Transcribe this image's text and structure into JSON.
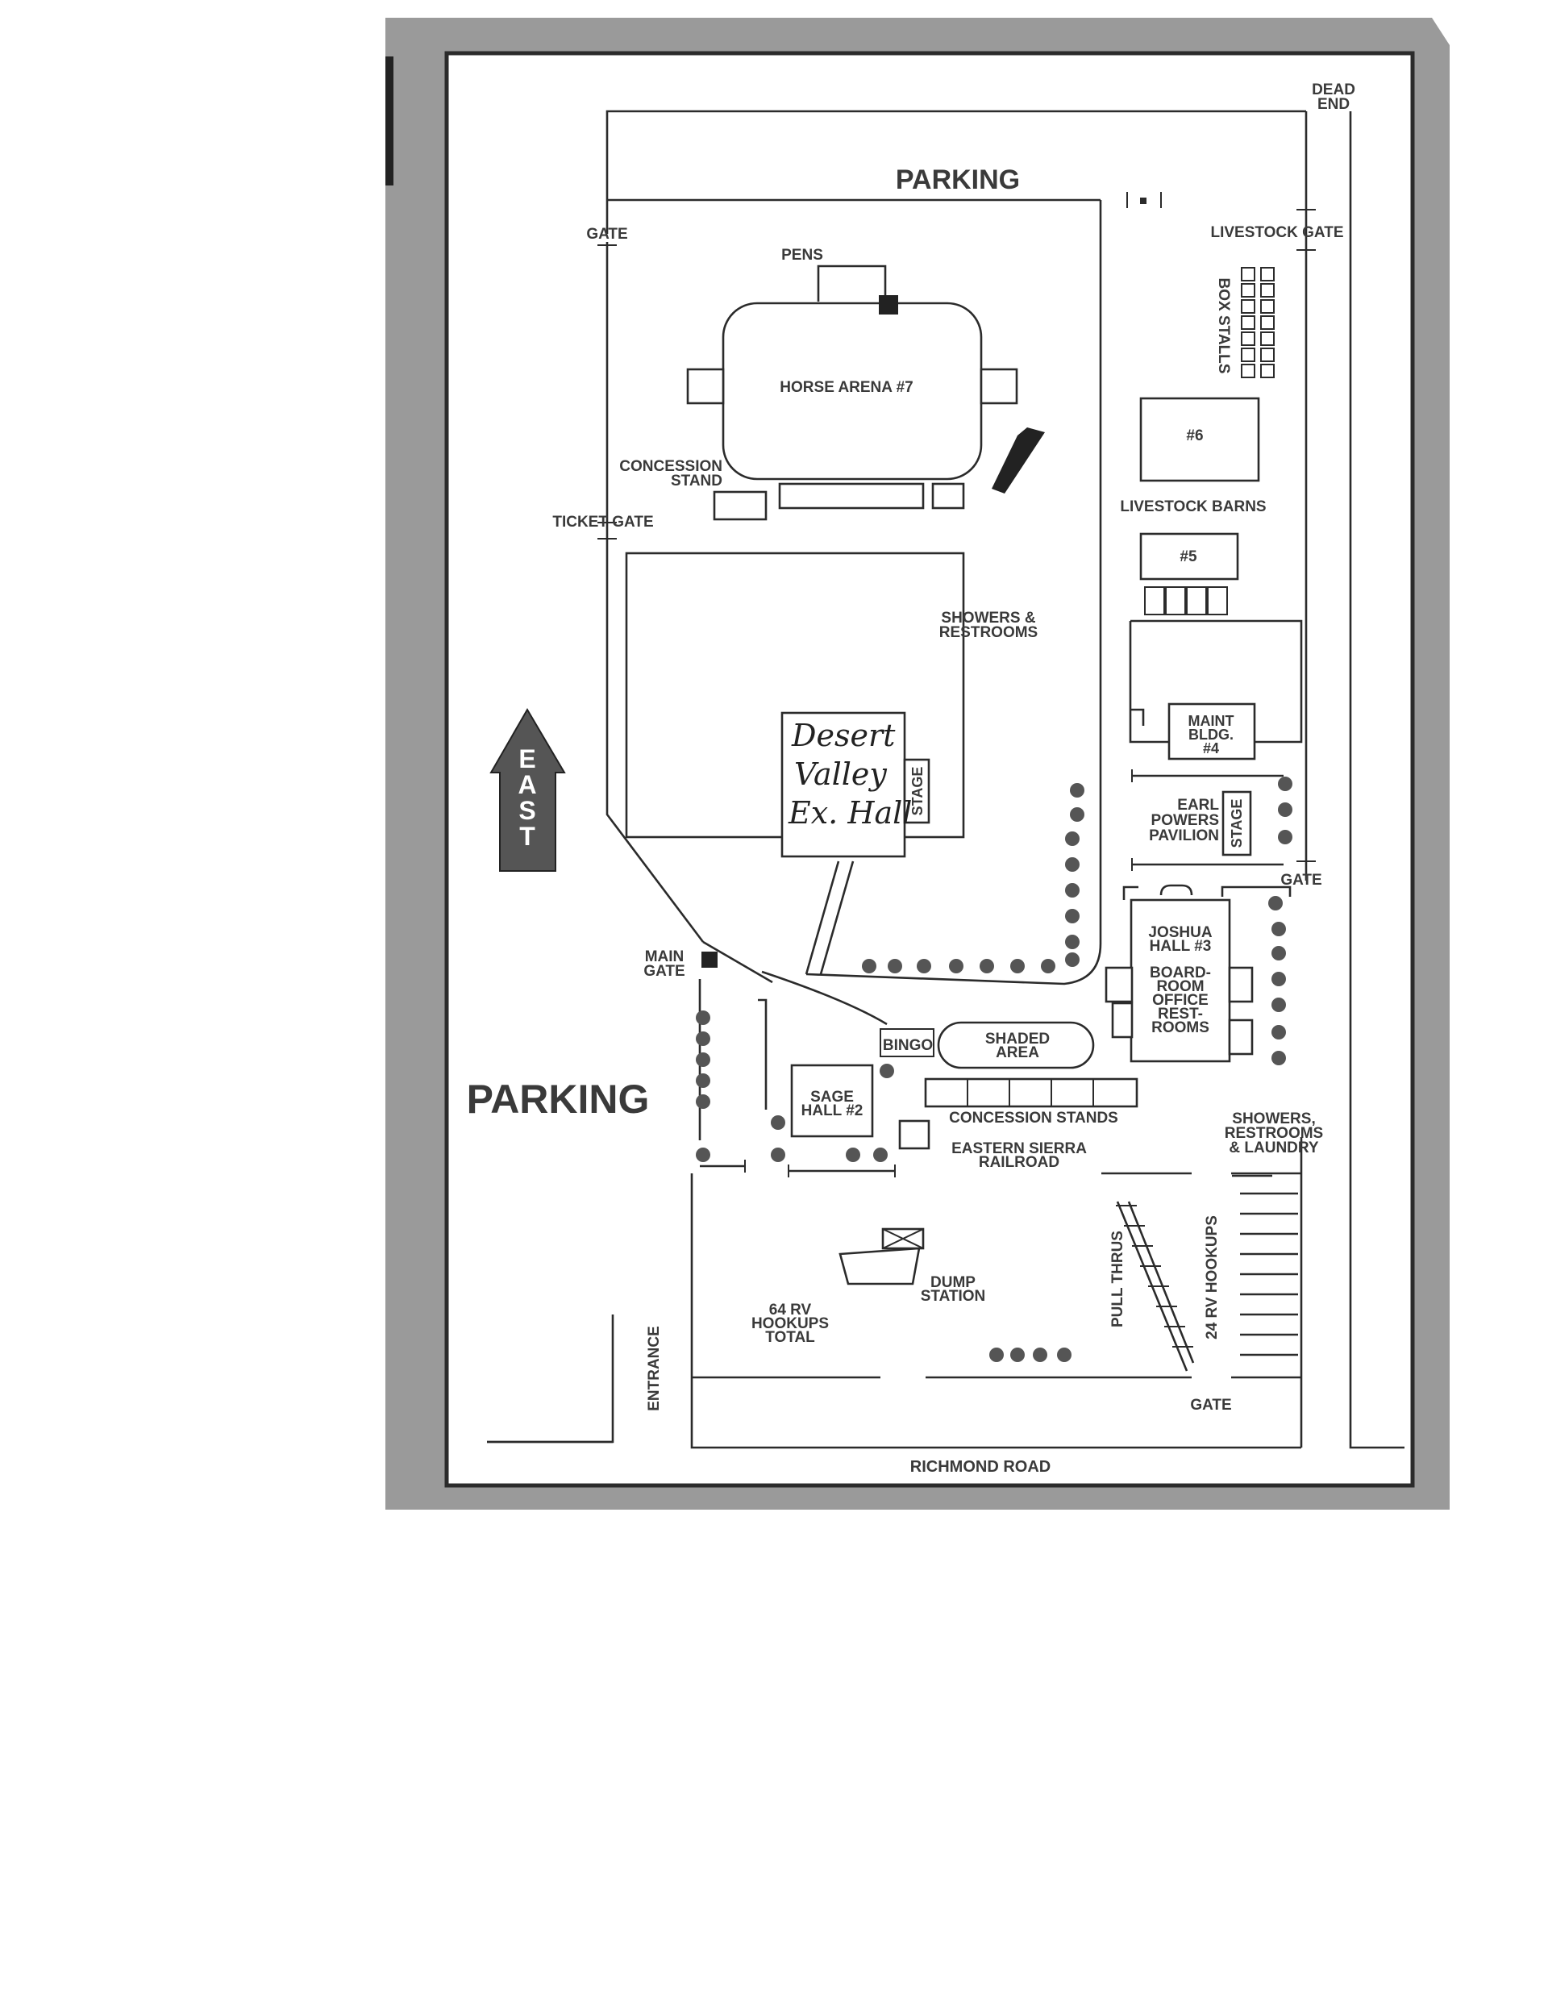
{
  "map": {
    "labels": {
      "dead_end": [
        "DEAD",
        "END"
      ],
      "parking_top": "PARKING",
      "gate_top_left": "GATE",
      "livestock_gate": "LIVESTOCK GATE",
      "pens": "PENS",
      "box_stalls": "BOX STALLS",
      "horse_arena": "HORSE ARENA #7",
      "concession_stand": [
        "CONCESSION",
        "STAND"
      ],
      "barn_6": "#6",
      "livestock_barns": "LIVESTOCK BARNS",
      "ticket_gate": "TICKET GATE",
      "barn_5": "#5",
      "showers_restrooms": [
        "SHOWERS &",
        "RESTROOMS"
      ],
      "maint_bldg": [
        "MAINT",
        "BLDG.",
        "#4"
      ],
      "desert_valley": [
        "Desert",
        "Valley",
        "Ex. Hall"
      ],
      "stage_1": "STAGE",
      "earl_powers": [
        "EARL",
        "POWERS",
        "PAVILION"
      ],
      "stage_2": "STAGE",
      "east_arrow": [
        "E",
        "A",
        "S",
        "T"
      ],
      "gate_right": "GATE",
      "main_gate": [
        "MAIN",
        "GATE"
      ],
      "joshua_hall": [
        "JOSHUA",
        "HALL #3"
      ],
      "board_room": [
        "BOARD-",
        "ROOM",
        "OFFICE",
        "REST-",
        "ROOMS"
      ],
      "bingo": "BINGO",
      "shaded_area": [
        "SHADED",
        "AREA"
      ],
      "parking_left": "PARKING",
      "sage_hall": [
        "SAGE",
        "HALL #2"
      ],
      "concession_stands": "CONCESSION STANDS",
      "showers_laundry": [
        "SHOWERS,",
        "RESTROOMS",
        "& LAUNDRY"
      ],
      "eastern_sierra": [
        "EASTERN SIERRA",
        "RAILROAD"
      ],
      "pull_thrus": "PULL THRUS",
      "rv_24": "24 RV HOOKUPS",
      "dump_station": [
        "DUMP",
        "STATION"
      ],
      "rv_64": [
        "64 RV",
        "HOOKUPS",
        "TOTAL"
      ],
      "entrance": "ENTRANCE",
      "gate_bottom": "GATE",
      "richmond_road": "RICHMOND ROAD"
    },
    "colors": {
      "border": "#9a9a9a",
      "ink": "#2b2b2b",
      "tree": "#555555",
      "arrow": "#555555"
    }
  }
}
